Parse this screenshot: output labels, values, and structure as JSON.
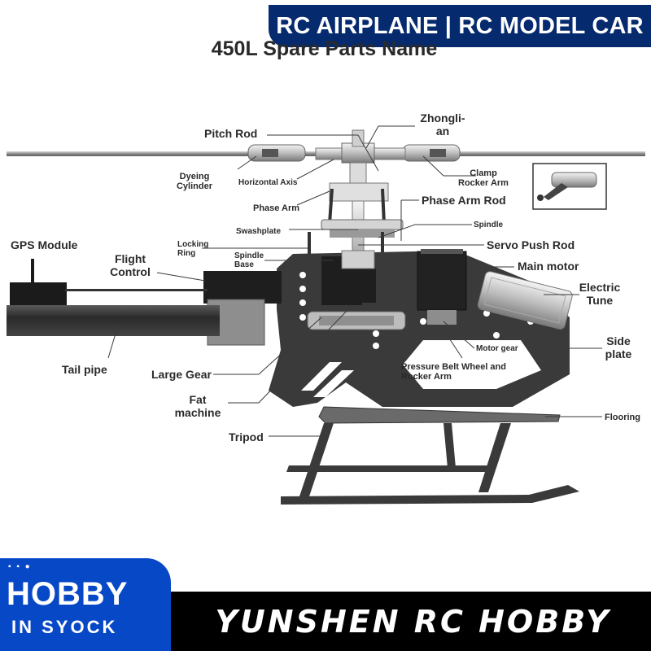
{
  "header": {
    "banner": "RC AIRPLANE | RC MODEL CAR",
    "title": "450L Spare Parts Name"
  },
  "labels": {
    "zhongli": "Zhongli-",
    "zhongli_2": "an",
    "pitch_rod": "Pitch Rod",
    "dyeing": "Dyeing",
    "dyeing_2": "Cylinder",
    "horizontal_axis": "Horizontal Axis",
    "clamp": "Clamp",
    "clamp_2": "Rocker Arm",
    "phase_arm": "Phase Arm",
    "phase_arm_rod": "Phase Arm Rod",
    "swashplate": "Swashplate",
    "spindle": "Spindle",
    "gps_module": "GPS Module",
    "locking": "Locking",
    "locking_2": "Ring",
    "servo_push_rod": "Servo Push Rod",
    "flight": "Flight",
    "flight_2": "Control",
    "spindle_base": "Spindle",
    "spindle_base_2": "Base",
    "main_motor": "Main motor",
    "electric": "Electric",
    "electric_2": "Tune",
    "tail_pipe": "Tail pipe",
    "motor_gear": "Motor gear",
    "side": "Side",
    "side_2": "plate",
    "pressure": "Pressure Belt Wheel and",
    "pressure_2": "Rocker Arm",
    "large_gear": "Large Gear",
    "fat": "Fat",
    "fat_2": "machine",
    "flooring": "Flooring",
    "tripod": "Tripod"
  },
  "footer": {
    "badge_dots": "▪ ▪ ●",
    "badge_title": "HOBBY",
    "badge_sub": "IN SYOCK",
    "brand": "YUNSHEN RC HOBBY"
  },
  "colors": {
    "banner_bg": "#062a6e",
    "badge_bg": "#0748c7",
    "frame": "#3a3a3a",
    "rod": "#8a8a8a"
  }
}
